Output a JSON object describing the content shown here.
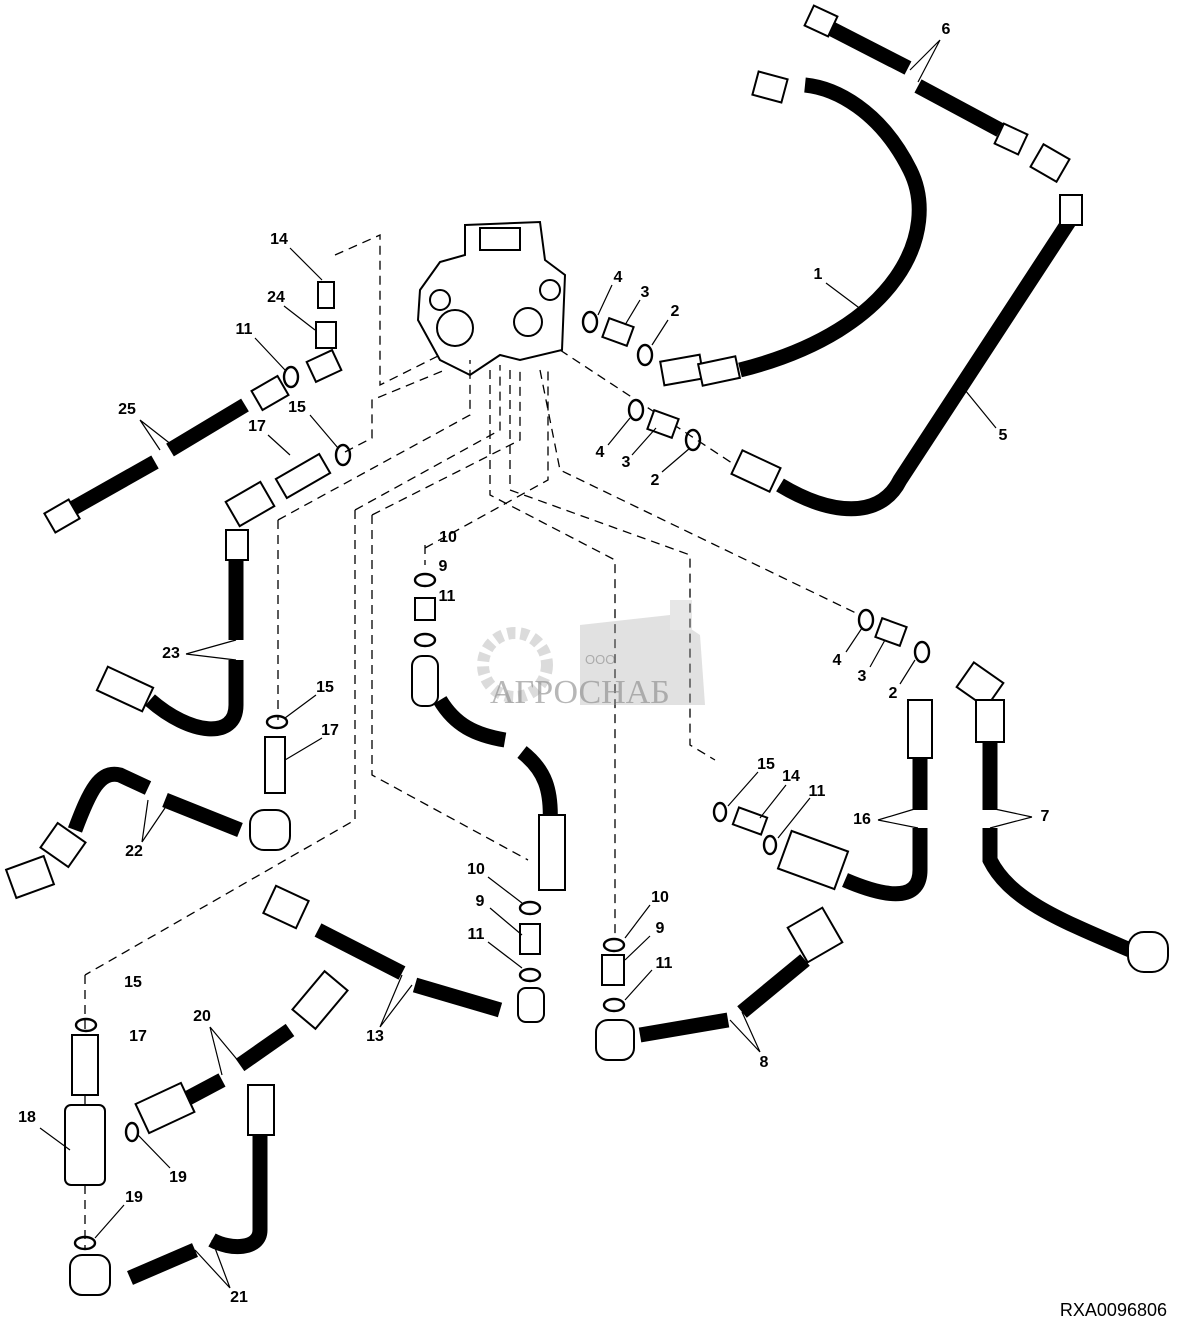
{
  "diagram": {
    "reference_code": "RXA0096806",
    "watermark": {
      "company_prefix": "ООО",
      "company_name": "АГРОСНАБ"
    },
    "callouts": [
      "1",
      "2",
      "3",
      "4",
      "4",
      "3",
      "2",
      "5",
      "6",
      "14",
      "24",
      "11",
      "25",
      "15",
      "17",
      "10",
      "9",
      "11",
      "23",
      "15",
      "17",
      "22",
      "4",
      "3",
      "2",
      "15",
      "14",
      "11",
      "16",
      "7",
      "10",
      "9",
      "11",
      "10",
      "9",
      "11",
      "13",
      "8",
      "15",
      "17",
      "20",
      "18",
      "19",
      "19",
      "21"
    ]
  }
}
